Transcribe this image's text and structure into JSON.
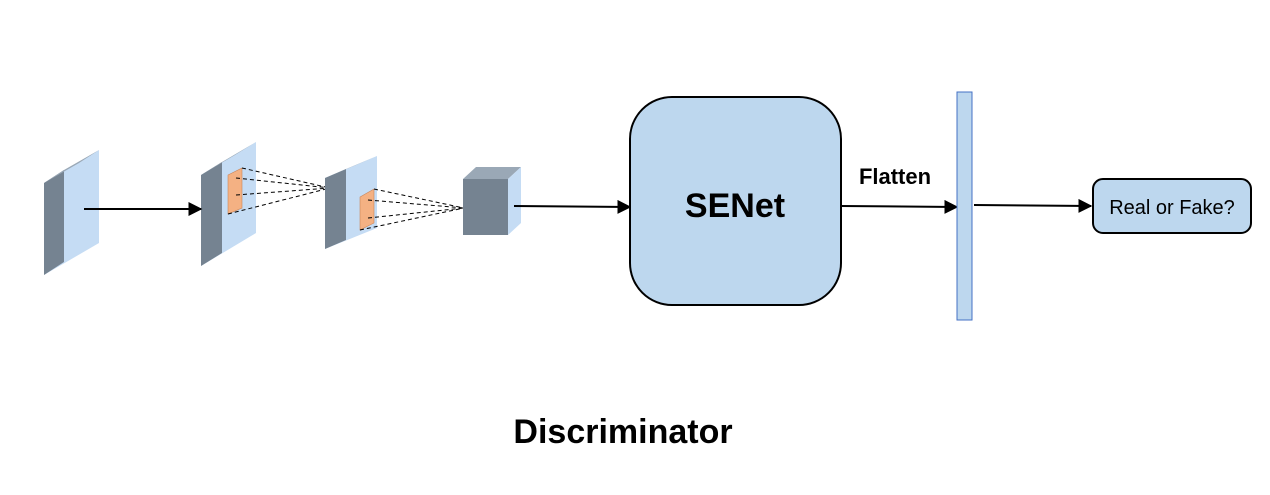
{
  "diagram": {
    "title": "Discriminator",
    "senet_label": "SENet",
    "flatten_label": "Flatten",
    "output_label": "Real or Fake?"
  },
  "colors": {
    "face_light": "#c5dcf4",
    "side_dark": "#758391",
    "top_mid": "#9aa8b6",
    "kernel_orange": "#f4b183",
    "box_fill": "#bdd7ee",
    "stroke": "#000000"
  }
}
